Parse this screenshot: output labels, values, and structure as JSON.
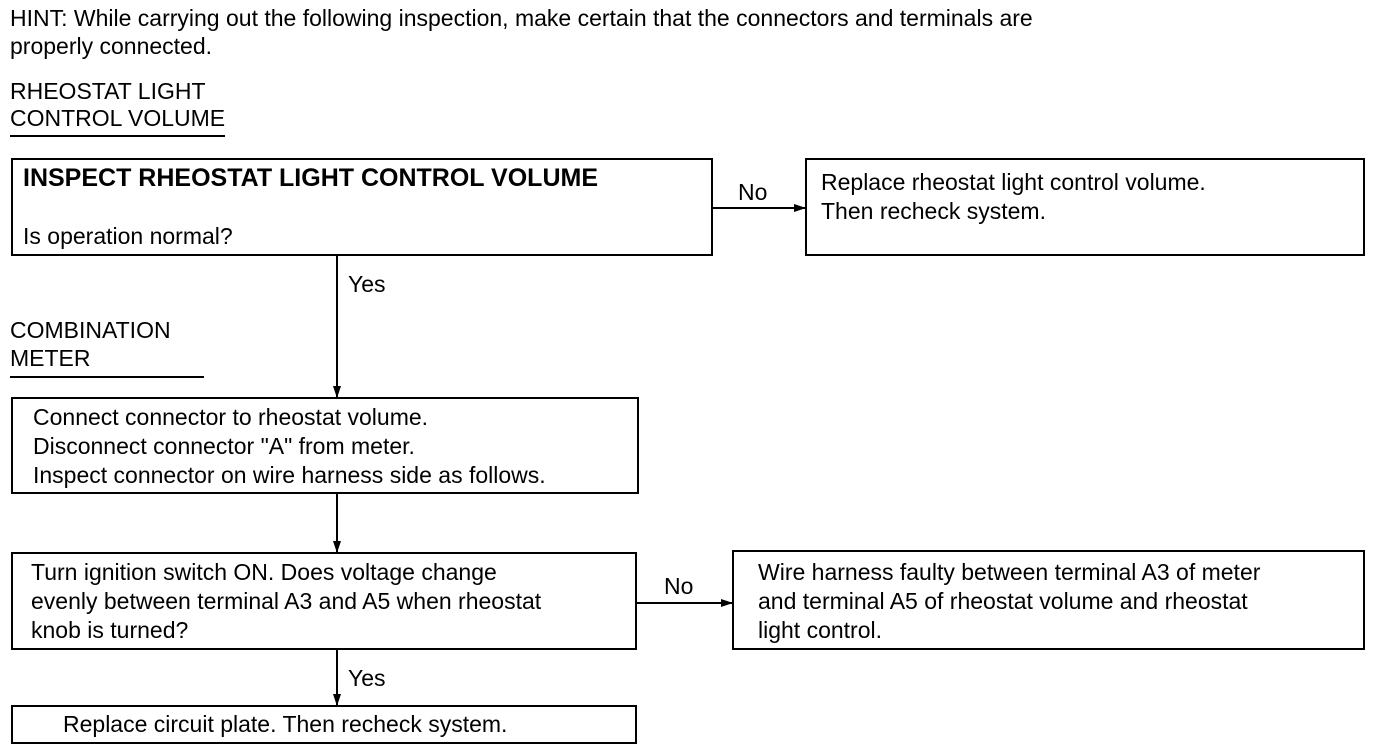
{
  "hint": {
    "line1": "HINT: While carrying out the following inspection, make certain that the connectors and terminals are",
    "line2": "properly connected."
  },
  "sections": {
    "rheostat": {
      "line1": "RHEOSTAT LIGHT",
      "line2": "CONTROL VOLUME"
    },
    "meter": {
      "line1": "COMBINATION",
      "line2": "METER"
    }
  },
  "boxes": {
    "inspect": {
      "title": "INSPECT RHEOSTAT LIGHT CONTROL VOLUME",
      "question": "Is operation normal?"
    },
    "replace_volume": {
      "line1": "Replace rheostat light control volume.",
      "line2": "Then recheck system."
    },
    "connect": {
      "line1": "Connect connector to rheostat volume.",
      "line2": "Disconnect connector \"A\" from meter.",
      "line3": "Inspect connector on wire harness side as follows."
    },
    "voltage": {
      "line1": "Turn ignition switch ON. Does voltage change",
      "line2": "evenly between terminal A3 and A5 when rheostat",
      "line3": "knob is turned?"
    },
    "harness": {
      "line1": "Wire harness faulty between terminal A3 of meter",
      "line2": "and terminal A5 of rheostat volume and rheostat",
      "line3": "light control."
    },
    "replace_plate": {
      "line1": "Replace circuit plate. Then recheck system."
    }
  },
  "arrows": {
    "no1": "No",
    "yes1": "Yes",
    "no2": "No",
    "yes2": "Yes"
  }
}
